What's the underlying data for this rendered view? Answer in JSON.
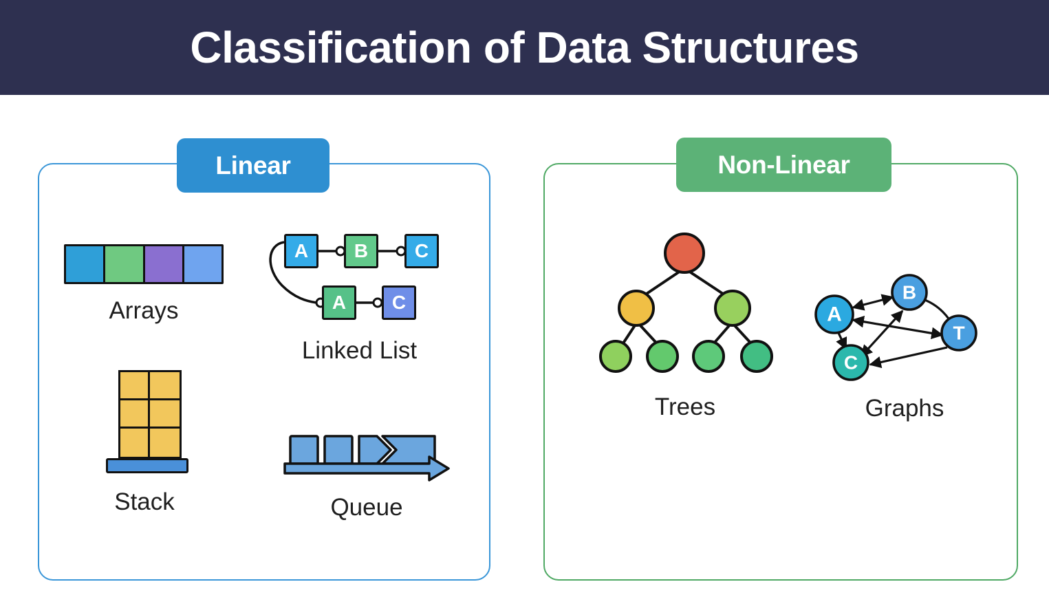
{
  "header": {
    "title": "Classification of Data Structures",
    "background": "#2e3050",
    "text_color": "#ffffff"
  },
  "panels": [
    {
      "id": "linear",
      "badge_label": "Linear",
      "badge_color": "#2e8fd1",
      "border_color": "#3a96d8"
    },
    {
      "id": "non-linear",
      "badge_label": "Non-Linear",
      "badge_color": "#5cb277",
      "border_color": "#4fa964"
    }
  ],
  "figures": {
    "arrays": {
      "label": "Arrays",
      "cells": [
        {
          "color": "#2f9fd8"
        },
        {
          "color": "#6fc981"
        },
        {
          "color": "#8a6fd0"
        },
        {
          "color": "#6fa4ef"
        }
      ]
    },
    "linked_list": {
      "label": "Linked List",
      "nodes": [
        {
          "value": "A",
          "color": "#34abe8",
          "row": 1
        },
        {
          "value": "B",
          "color": "#62c98b",
          "row": 1
        },
        {
          "value": "C",
          "color": "#34abe8",
          "row": 1
        },
        {
          "value": "A",
          "color": "#56c188",
          "row": 2
        },
        {
          "value": "C",
          "color": "#6f8ee8",
          "row": 2
        }
      ]
    },
    "stack": {
      "label": "Stack",
      "rows": 3,
      "columns": 2,
      "box_color": "#f2c75c",
      "base_color": "#4a90d9"
    },
    "queue": {
      "label": "Queue",
      "items": 4,
      "box_color": "#6ba6de",
      "arrow_color": "#6ba6de"
    },
    "trees": {
      "label": "Trees",
      "nodes": [
        {
          "id": "root",
          "color": "#e2644a",
          "level": 0
        },
        {
          "id": "left",
          "color": "#f0bf45",
          "level": 1
        },
        {
          "id": "right",
          "color": "#98d05e",
          "level": 1
        },
        {
          "id": "leaf1",
          "color": "#8fd05e",
          "level": 2
        },
        {
          "id": "leaf2",
          "color": "#63c96d",
          "level": 2
        },
        {
          "id": "leaf3",
          "color": "#5ec97a",
          "level": 2
        },
        {
          "id": "leaf4",
          "color": "#42be83",
          "level": 2
        }
      ],
      "edges": [
        [
          "root",
          "left"
        ],
        [
          "root",
          "right"
        ],
        [
          "left",
          "leaf1"
        ],
        [
          "left",
          "leaf2"
        ],
        [
          "right",
          "leaf3"
        ],
        [
          "right",
          "leaf4"
        ]
      ]
    },
    "graphs": {
      "label": "Graphs",
      "nodes": [
        {
          "id": "A",
          "label": "A",
          "color": "#2ba9e0"
        },
        {
          "id": "B",
          "label": "B",
          "color": "#4a9fe0"
        },
        {
          "id": "T",
          "label": "T",
          "color": "#4a9fe0"
        },
        {
          "id": "C",
          "label": "C",
          "color": "#2bb8ac"
        }
      ],
      "edges": [
        {
          "from": "A",
          "to": "B",
          "directed": "both"
        },
        {
          "from": "B",
          "to": "T",
          "directed": "none"
        },
        {
          "from": "A",
          "to": "C",
          "directed": "to"
        },
        {
          "from": "C",
          "to": "B",
          "directed": "both"
        },
        {
          "from": "A",
          "to": "T",
          "directed": "both"
        },
        {
          "from": "T",
          "to": "C",
          "directed": "to"
        }
      ]
    }
  }
}
